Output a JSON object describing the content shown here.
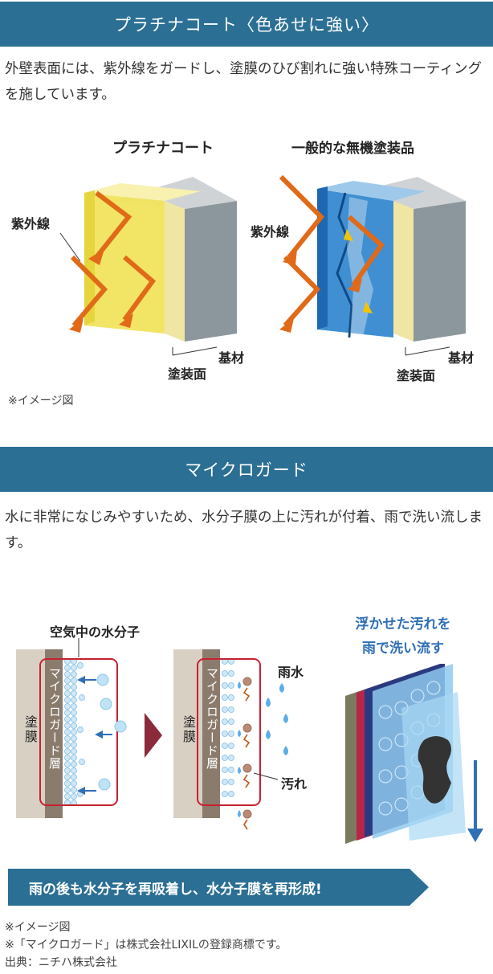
{
  "section1": {
    "header": "プラチナコート〈色あせに強い〉",
    "description": "外壁表面には、紫外線をガードし、塗膜のひび割れに強い特殊コーティングを施しています。",
    "left_title": "プラチナコート",
    "right_title": "一般的な無機塗装品",
    "uv_label": "紫外線",
    "surface_label": "塗装面",
    "base_label": "基材",
    "image_note": "※イメージ図"
  },
  "section2": {
    "header": "マイクロガード",
    "description": "水に非常になじみやすいため、水分子膜の上に汚れが付着、雨で洗い流します。",
    "air_water_label": "空気中の水分子",
    "coating_label": "塗膜",
    "layer_label": "マイクロガード層",
    "rain_label": "雨水",
    "dirt_label": "汚れ",
    "wash_title_line1": "浮かせた汚れを",
    "wash_title_line2": "雨で洗い流す",
    "banner": "雨の後も水分子を再吸着し、水分子膜を再形成!"
  },
  "footer": {
    "note1": "※イメージ図",
    "note2": "※「マイクロガード」は株式会社LIXILの登録商標です。",
    "source": "出典：ニチハ株式会社"
  },
  "colors": {
    "header_bg": "#2b6f94",
    "arrow_orange": "#e06a18",
    "coating_yellow": "#f3e76a",
    "coating_blue": "#2f7fc4",
    "layer_red_border": "#c8202f"
  }
}
